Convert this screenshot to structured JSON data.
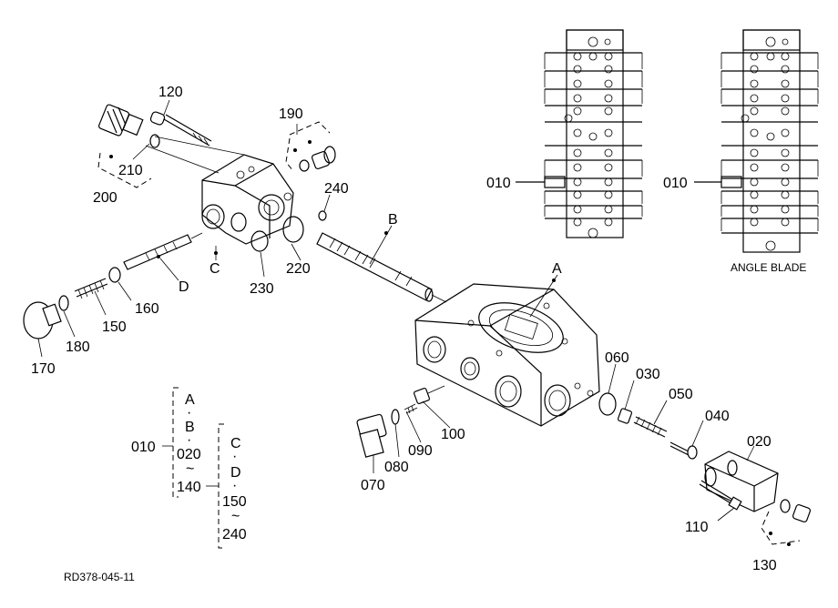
{
  "labels": {
    "p120": "120",
    "p190": "190",
    "p210": "210",
    "p200": "200",
    "p240": "240",
    "pB": "B",
    "pA": "A",
    "pC": "C",
    "pD": "D",
    "p220": "220",
    "p230": "230",
    "p160": "160",
    "p150": "150",
    "p180": "180",
    "p170": "170",
    "p060": "060",
    "p030": "030",
    "p050": "050",
    "p040": "040",
    "p020": "020",
    "p100": "100",
    "p090": "090",
    "p080": "080",
    "p070": "070",
    "p110": "110",
    "p130": "130",
    "p010a": "010",
    "p010b": "010",
    "angle_blade": "ANGLE BLADE",
    "ref_code": "RD378-045-11"
  },
  "legend": {
    "root": "010",
    "g1_a": "A",
    "g1_dot1": "·",
    "g1_b": "B",
    "g1_dot2": "·",
    "g1_from": "020",
    "g1_tilde": "~",
    "g1_to": "140",
    "g2_c": "C",
    "g2_dot1": "·",
    "g2_d": "D",
    "g2_dot2": "·",
    "g2_from": "150",
    "g2_tilde": "~",
    "g2_to": "240"
  },
  "icons": {
    "leader_dot": "leader-dot-icon",
    "valve_stack_1": "valve-stack-icon",
    "valve_stack_2": "valve-stack-angle-blade-icon"
  }
}
